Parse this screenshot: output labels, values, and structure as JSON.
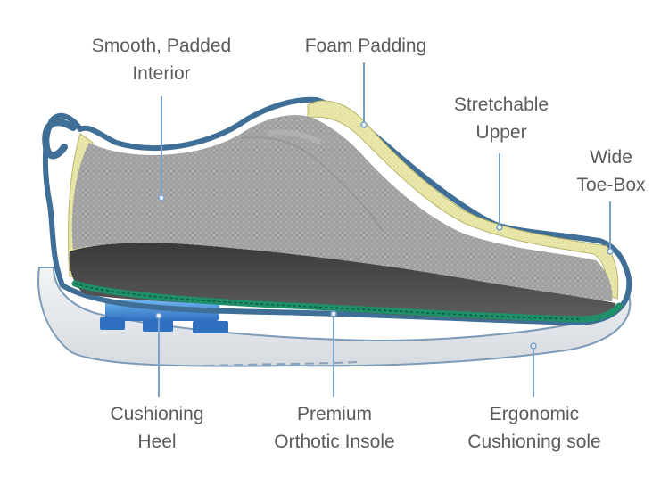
{
  "colors": {
    "label_text": "#5b5b5b",
    "leader_line": "#7aa3c9",
    "upper_knit": "#a7a7a7",
    "foam_padding": "#e8e6a6",
    "outline_blue": "#3f6f96",
    "insole_green": "#1f8f6a",
    "midsole_dark": "#454545",
    "outsole_light": "#e6eaee",
    "heel_cushion_blue": "#3a7fd0"
  },
  "callouts": [
    {
      "id": "smooth-padded-interior",
      "lines": [
        "Smooth, Padded",
        "Interior"
      ]
    },
    {
      "id": "foam-padding",
      "lines": [
        "Foam Padding"
      ]
    },
    {
      "id": "stretchable-upper",
      "lines": [
        "Stretchable",
        "Upper"
      ]
    },
    {
      "id": "wide-toe-box",
      "lines": [
        "Wide",
        "Toe-Box"
      ]
    },
    {
      "id": "cushioning-heel",
      "lines": [
        "Cushioning",
        "Heel"
      ]
    },
    {
      "id": "premium-orthotic-insole",
      "lines": [
        "Premium",
        "Orthotic Insole"
      ]
    },
    {
      "id": "ergonomic-cushioning-sole",
      "lines": [
        "Ergonomic",
        "Cushioning sole"
      ]
    }
  ]
}
